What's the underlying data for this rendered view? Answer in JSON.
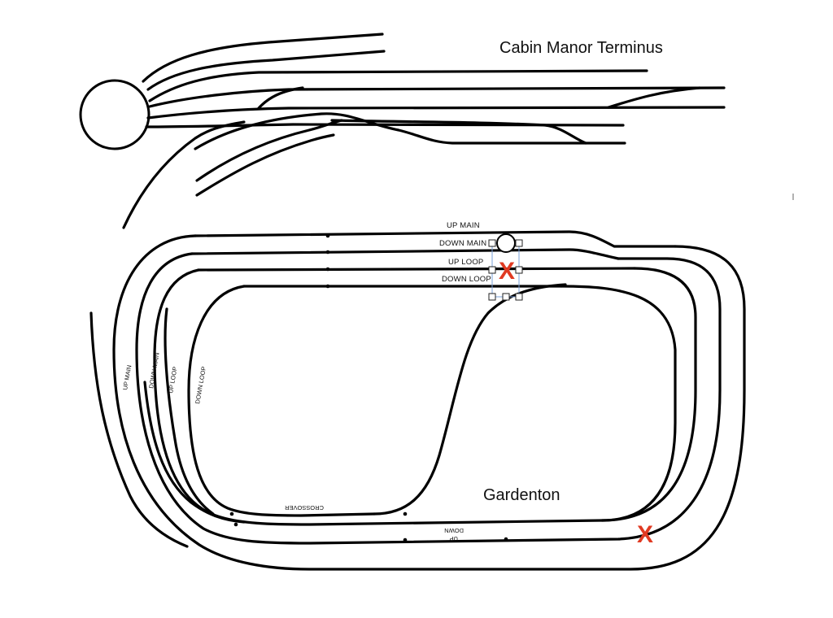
{
  "diagram": {
    "station_top": "Cabin Manor Terminus",
    "station_bottom": "Gardenton",
    "top_labels": {
      "up_main": "UP MAIN",
      "down_main": "DOWN MAIN",
      "up_loop": "UP LOOP",
      "down_loop": "DOWN LOOP"
    },
    "left_labels": {
      "up_main": "UP MAIN",
      "down_main": "DOWN MAIN",
      "up_loop": "UP LOOP",
      "down_loop": "DOWN LOOP"
    },
    "crossover_label": "CROSSOVER",
    "bottom_labels": {
      "down": "DOWN",
      "up": "UP"
    },
    "marks": [
      "X",
      "X"
    ],
    "colors": {
      "track": "#000000",
      "mark": "#e03a22",
      "selection": "#7aa0d8"
    }
  }
}
